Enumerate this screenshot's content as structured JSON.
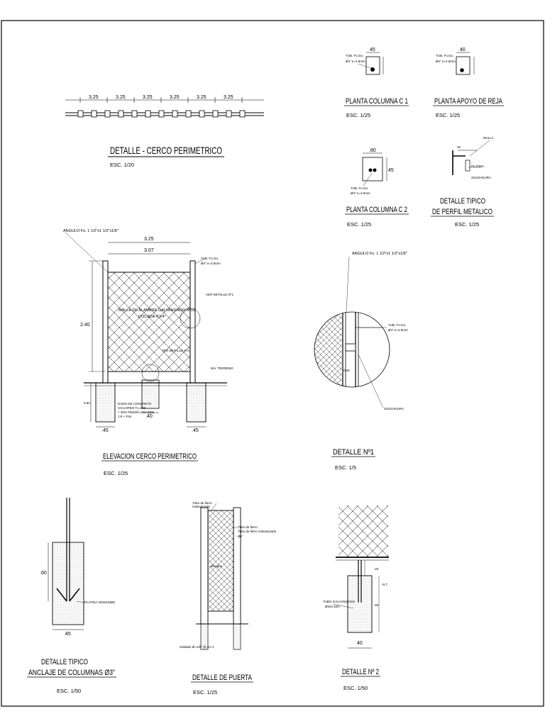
{
  "sheet": {
    "cerco": {
      "title": "DETALLE - CERCO PERIMETRICO",
      "scale": "ESC. 1/20",
      "span": "3.25"
    },
    "c1": {
      "title": "PLANTA COLUMNA C 1",
      "scale": "ESC. 1/25",
      "dim": "45",
      "note1": "TUB. Fo.Go.",
      "note2": "Ø4\" e=4.5mm"
    },
    "reja": {
      "title": "PLANTA APOYO DE REJA",
      "scale": "ESC. 1/25",
      "dim": "40",
      "note1": "TUB. Fo.Go.",
      "note2": "Ø4\" e=4.5mm"
    },
    "c2": {
      "title": "PLANTA COLUMNA C 2",
      "scale": "ESC. 1/25",
      "dim": ".80",
      "dim2": "45",
      "note1": "TUB. Fo.Go.",
      "note2": "Ø4\" e=4.5mm"
    },
    "perfil": {
      "title_line1": "DETALLE TIPICO",
      "title_line2": "DE PERFIL METALICO",
      "scale": "ESC. 1/25",
      "dim": "40",
      "note1": "MALLA",
      "note2": "PLATINA",
      "note3": "SOLDADURA"
    },
    "elevacion": {
      "title": "ELEVACION CERCO PERIMETRICO",
      "scale": "ESC. 1/25",
      "anchor_note": "ANGULO Fo. 1 1/2\"x1 1/2\"x1/8\"",
      "dim_outer": "3.25",
      "dim_inner": "3.07",
      "dim_height": "2.40",
      "tube_note1": "TUB. Fo.Go.",
      "tube_note2": "Ø4\" e=4.5mm",
      "mesh_label_1": "MALLA DE ALAMBRE GALVANIZADO Nº10",
      "mesh_label_2": "COCADA 4\"X4\"",
      "detalle1_ref": "VER DETALLE Nº1",
      "detalle2_ref": "VER DETALLE Nº2",
      "terrain": "NIV. TERRENO",
      "footing_note1": "DADO DE CONCRETO",
      "footing_note2": "CICLOPEO f'c=100",
      "footing_note3": "+ 30% PIEDRA GRANDE",
      "footing_note4": "1:8 + P.M.",
      "dim_depth": "0.60",
      "dim_footing": ".45",
      "dim_footing2": ".45",
      "dim_small": ".40"
    },
    "detalle1": {
      "title": "DETALLE Nº1",
      "scale": "ESC. 1/5",
      "anchor_note": "ANGULO Fo. 1 1/2\"x1 1/2\"x1/8\"",
      "tube_note1": "TUB. Fo.Go.",
      "tube_note2": "Ø4\" e=4.5mm",
      "weld": "SOLDADURA",
      "dim": "0.05"
    },
    "anclaje": {
      "title_line1": "DETALLE TIPICO",
      "title_line2": "ANCLAJE DE COLUMNAS Ø3\"",
      "scale": "ESC. 1/50",
      "dim_h": ".60",
      "dim_w": ".45",
      "note": "PLATINA 20X6X3MM"
    },
    "puerta": {
      "title": "DETALLE DE PUERTA",
      "scale": "ESC. 1/25",
      "note1": "Tubo de fierro",
      "note2": "Galvanizado",
      "note3": "Bisagra",
      "note4": "Tubo de fierro",
      "note5": "Ø1\"",
      "note6": "Tubo de fierro Galvanizado",
      "note7": "Soldado Ø=1/8\" @ cm 1"
    },
    "detalle2": {
      "title": "DETALLE Nº 2",
      "scale": "ESC. 1/50",
      "dim_w": "40",
      "dim_h1": ".20",
      "dim_h2": ".50",
      "tube_note1": "TUBO GALVANIZADO",
      "tube_note2": "Ø2x0.40m",
      "terrain": "N.T."
    }
  }
}
